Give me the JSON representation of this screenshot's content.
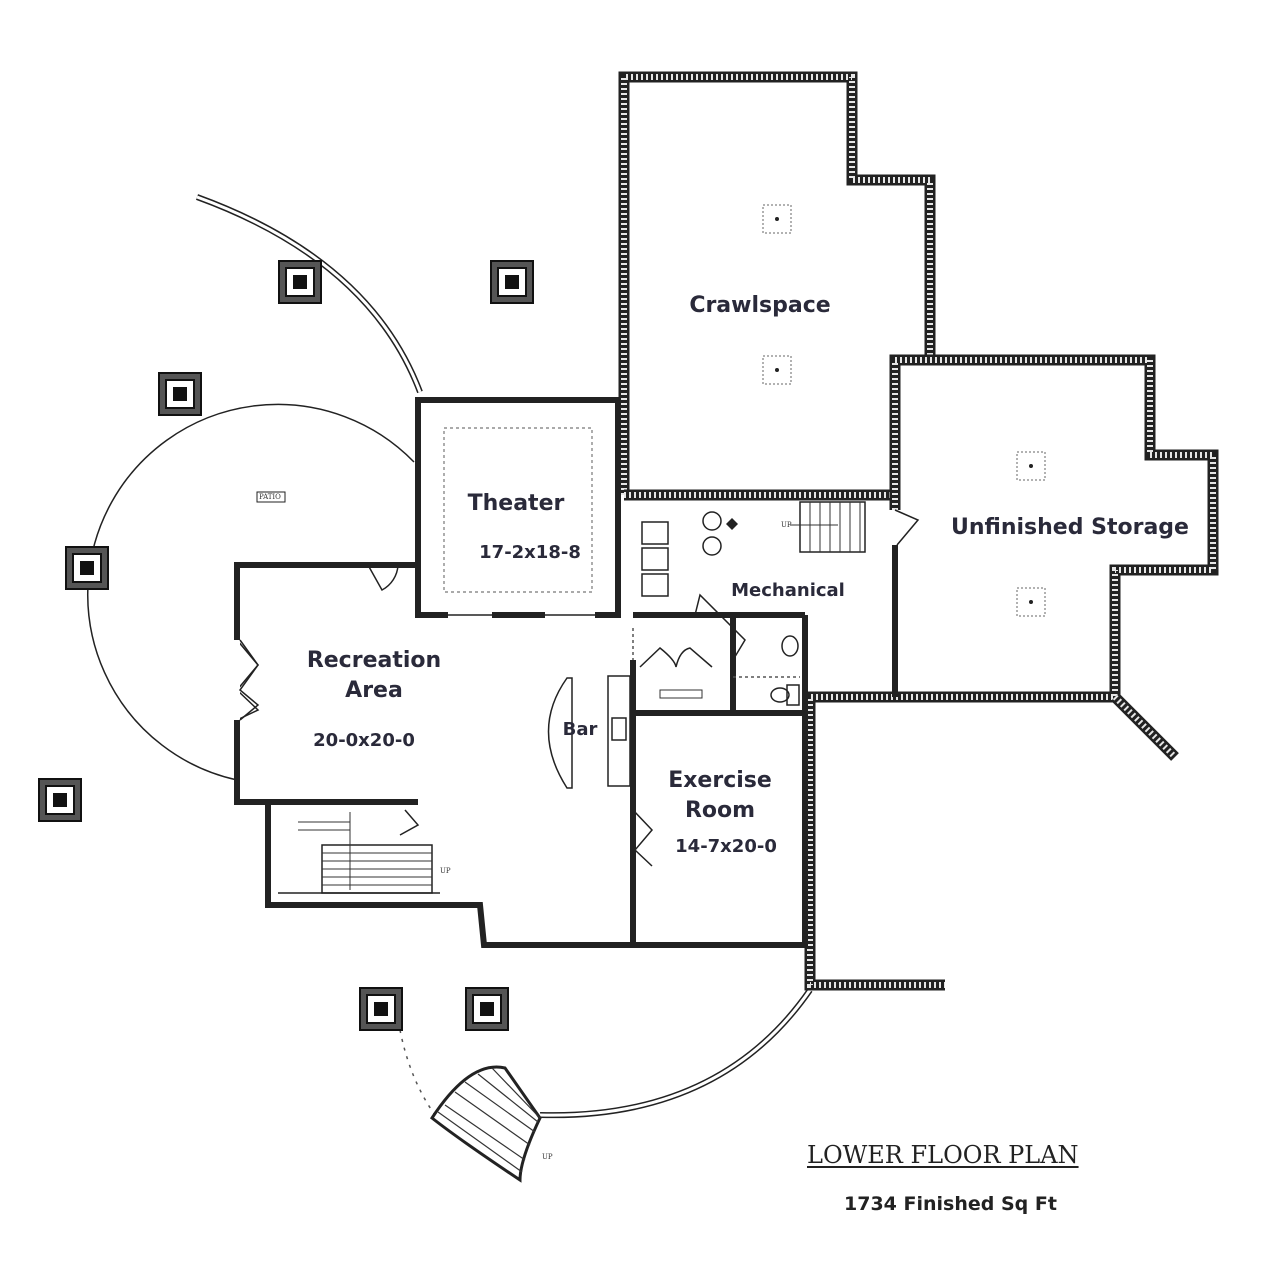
{
  "plan": {
    "title": "LOWER FLOOR PLAN",
    "finished_area": "1734 Finished Sq Ft",
    "patio_label": "PATIO",
    "up_label": "UP",
    "rooms": {
      "crawlspace": {
        "name": "Crawlspace"
      },
      "storage": {
        "name": "Unfinished Storage"
      },
      "theater": {
        "name": "Theater",
        "size": "17-2x18-8"
      },
      "mechanical": {
        "name": "Mechanical"
      },
      "recreation": {
        "name_line1": "Recreation",
        "name_line2": "Area",
        "size": "20-0x20-0"
      },
      "bar": {
        "name": "Bar"
      },
      "exercise": {
        "name_line1": "Exercise",
        "name_line2": "Room",
        "size": "14-7x20-0"
      }
    }
  }
}
